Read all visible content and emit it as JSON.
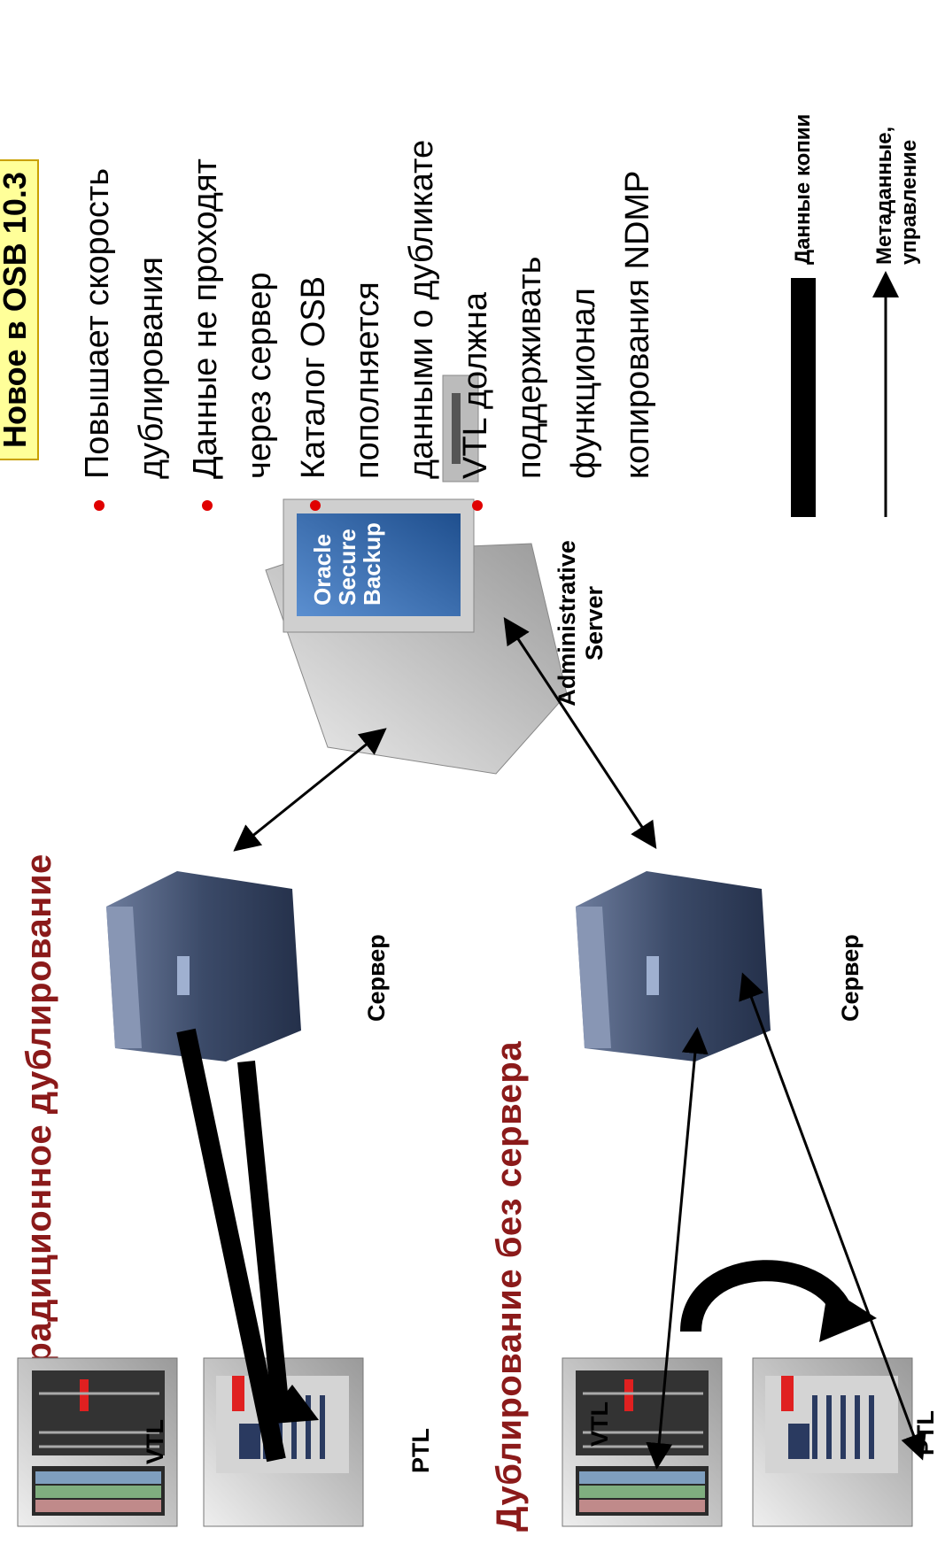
{
  "banner": {
    "text": "Новое в  OSB 10.3"
  },
  "sections": {
    "traditional_title": "Традиционное дублирование",
    "serverless_title": "Дублирование без сервера"
  },
  "devices": {
    "vtl_label": "VTL",
    "ptl_label": "PTL",
    "server_label": "Сервер",
    "admin_line1": "Administrative",
    "admin_line2": "Server",
    "monitor_line1": "Oracle",
    "monitor_line2": "Secure",
    "monitor_line3": "Backup"
  },
  "bullets": [
    {
      "line1": "Повышает скорость",
      "line2": "дублирования"
    },
    {
      "line1": "Данные не проходят",
      "line2": "через сервер"
    },
    {
      "line1": "Каталог OSB",
      "line2": "пополняется",
      "line3": "данными о дубликате"
    },
    {
      "line1": "VTL должна",
      "line2": "поддерживать",
      "line3": "функционал",
      "line4": "копирования NDMP"
    }
  ],
  "legend": {
    "data_copy": "Данные копии",
    "metadata_line1": "Метаданные,",
    "metadata_line2": "управление"
  },
  "colors": {
    "title": "#8b1a1a",
    "bullet": "#e00000",
    "banner_bg": "#ffff99",
    "server_body": "#3b4a68",
    "monitor_screen": "#2e5fa3"
  }
}
